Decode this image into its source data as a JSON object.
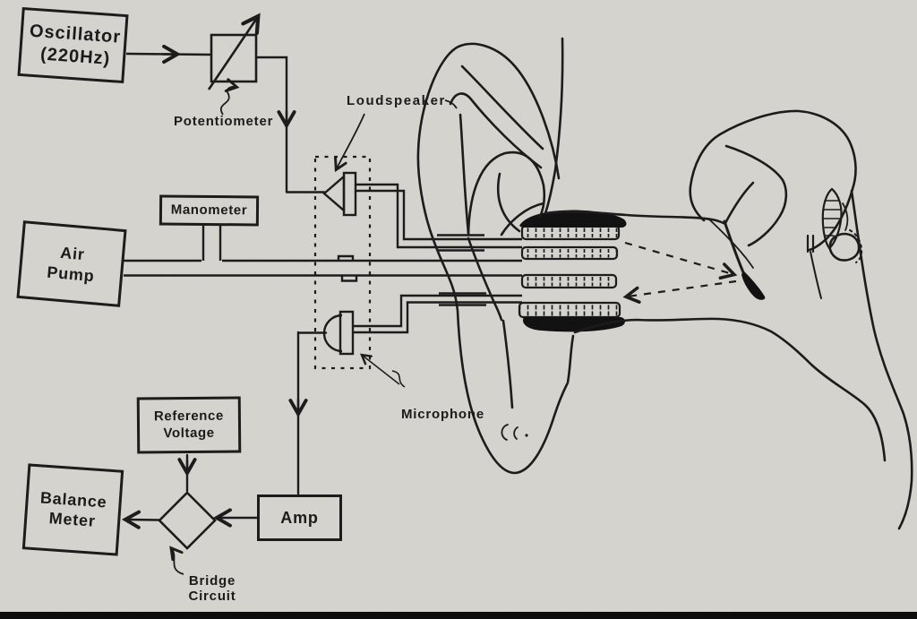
{
  "figure": {
    "type": "schematic-diagram",
    "subject": "Acoustic impedance measurement apparatus coupled to a cross-section drawing of a human ear",
    "paper_color": "#d6d5d0",
    "ink_color": "#1c1c1c"
  },
  "boxes": {
    "oscillator": {
      "line1": "Oscillator",
      "line2": "(220Hz)"
    },
    "manometer": {
      "label": "Manometer"
    },
    "air_pump": {
      "line1": "Air",
      "line2": "Pump"
    },
    "reference_voltage": {
      "line1": "Reference",
      "line2": "Voltage"
    },
    "balance_meter": {
      "line1": "Balance",
      "line2": "Meter"
    },
    "amp": {
      "label": "Amp"
    }
  },
  "labels": {
    "potentiometer": "Potentiometer",
    "loudspeaker": "Loudspeaker",
    "microphone": "Microphone",
    "bridge_line1": "Bridge",
    "bridge_line2": "Circuit"
  }
}
